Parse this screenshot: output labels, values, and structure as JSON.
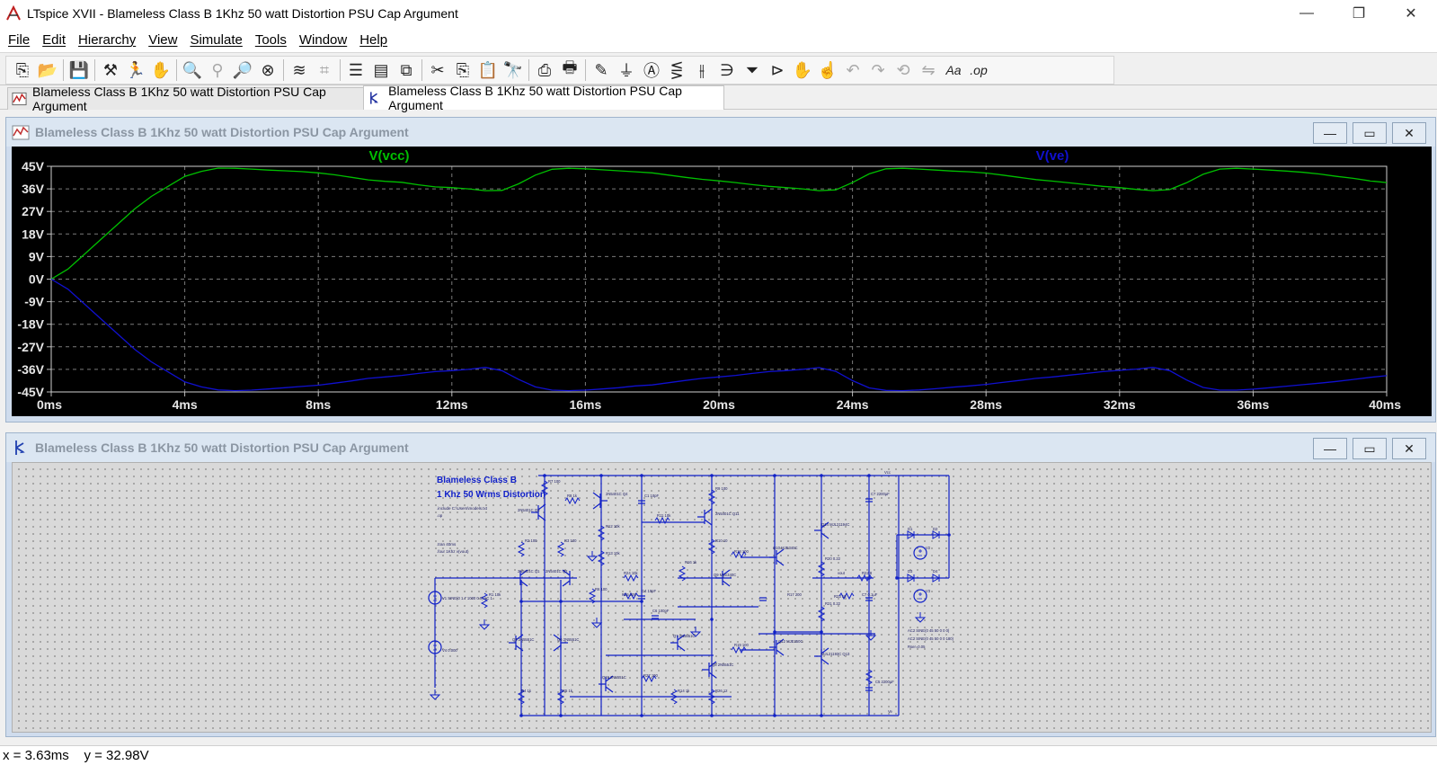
{
  "window": {
    "title": "LTspice XVII - Blameless Class B 1Khz 50 watt Distortion PSU Cap Argument",
    "minimize": "—",
    "restore": "❐",
    "close": "✕"
  },
  "menu": [
    "File",
    "Edit",
    "Hierarchy",
    "View",
    "Simulate",
    "Tools",
    "Window",
    "Help"
  ],
  "toolbar": {
    "groups": [
      [
        "new-schematic-icon",
        "open-icon"
      ],
      [
        "save-icon"
      ],
      [
        "control-panel-icon",
        "run-icon",
        "halt-icon"
      ],
      [
        "zoom-in-icon",
        "pan-icon",
        "zoom-out-icon",
        "zoom-fit-icon"
      ],
      [
        "autorange-icon",
        "delete-trace-icon"
      ],
      [
        "tile-horizontal-icon",
        "tile-vertical-icon",
        "cascade-icon"
      ],
      [
        "cut-icon",
        "copy-icon",
        "paste-icon",
        "find-icon"
      ],
      [
        "print-icon",
        "print-preview-icon"
      ],
      [
        "wire-icon",
        "ground-icon",
        "label-icon",
        "resistor-icon",
        "capacitor-icon",
        "inductor-icon",
        "diode-icon",
        "component-icon",
        "move-icon",
        "drag-icon",
        "undo-icon",
        "redo-icon",
        "rotate-icon",
        "mirror-icon",
        "text-icon",
        "spice-directive-icon"
      ]
    ],
    "glyphs": {
      "new-schematic-icon": "⎘",
      "open-icon": "📂",
      "save-icon": "💾",
      "control-panel-icon": "⚒",
      "run-icon": "🏃",
      "halt-icon": "✋",
      "zoom-in-icon": "🔍",
      "pan-icon": "⚲",
      "zoom-out-icon": "🔎",
      "zoom-fit-icon": "⊗",
      "autorange-icon": "≋",
      "delete-trace-icon": "⌗",
      "tile-horizontal-icon": "☰",
      "tile-vertical-icon": "▤",
      "cascade-icon": "⧉",
      "cut-icon": "✂",
      "copy-icon": "⎘",
      "paste-icon": "📋",
      "find-icon": "🔭",
      "print-icon": "⎙",
      "print-preview-icon": "🖶",
      "wire-icon": "✎",
      "ground-icon": "⏚",
      "label-icon": "Ⓐ",
      "resistor-icon": "⋚",
      "capacitor-icon": "⫲",
      "inductor-icon": "∋",
      "diode-icon": "⏷",
      "component-icon": "⊳",
      "move-icon": "✋",
      "drag-icon": "☝",
      "undo-icon": "↶",
      "redo-icon": "↷",
      "rotate-icon": "⟲",
      "mirror-icon": "⇋",
      "text-icon": "Aa",
      "spice-directive-icon": ".op"
    },
    "disabled": [
      "pan-icon",
      "delete-trace-icon",
      "paste-icon",
      "undo-icon",
      "redo-icon",
      "rotate-icon",
      "mirror-icon"
    ]
  },
  "tabs": [
    {
      "label": "Blameless Class B 1Khz 50 watt Distortion PSU Cap Argument",
      "kind": "waveform",
      "active": false
    },
    {
      "label": "Blameless Class B 1Khz 50 watt Distortion PSU Cap Argument",
      "kind": "schematic",
      "active": true
    }
  ],
  "waveform_window": {
    "title": "Blameless Class B 1Khz 50 watt Distortion PSU Cap Argument",
    "btn_min": "—",
    "btn_max": "▭",
    "btn_close": "✕"
  },
  "schematic_window": {
    "title": "Blameless Class B 1Khz 50 watt Distortion PSU Cap Argument",
    "btn_min": "—",
    "btn_max": "▭",
    "btn_close": "✕",
    "heading_line1": "Blameless Class B",
    "heading_line2": "1 Khz 50 Wrms Distortion",
    "directives": [
      ".include C:\\Users\\models.txt",
      ".op",
      ".tran 40ms",
      ".four 1Khz v(vout)"
    ],
    "part_labels": [
      "R7 100",
      "R8 1k",
      "2N5401C Q3",
      "2N5401C Q4",
      "C1 10pF",
      "R11 10k",
      "R9 100",
      "2N5401C Q11",
      "R12 10k",
      "R13 10k",
      "R10 10",
      "R18 100",
      "Q10 MJE340C",
      "Q14 MJL21194C",
      "C7 2200µF",
      "R20 0.22",
      "R22 8",
      "vout",
      "R2 100",
      "R3 100",
      "2N5401C Q1",
      "2N5401C Q2",
      "R24 10k",
      "R16 1k",
      "Q9 MJE340C",
      "R17 200",
      "R23 10",
      "C7 0.1µF",
      "V1 SINE(0 1.7 1000 0 0) AC 1",
      "R1 10k",
      "R6 100",
      "R25 200",
      "C4 10pF",
      "C6 100pF",
      "Q7 2N5551C",
      "R19 100",
      "Q12 MJE350C",
      "R21 0.22",
      "MJL21193C Q13",
      "Q5 2N5551C",
      "Q6 2N5551C",
      "V4 0.000",
      "Q8 2N5551C",
      "Q15 2N5551C",
      "R27 100",
      "R14 1k",
      "R26 12",
      "R4 1k",
      "R5 1k",
      "C5 2200µF",
      "D1",
      "D2",
      "D3",
      "D4",
      "V2",
      "V3",
      "AC2 SINE(0 45 50 0 0 0)",
      "AC2 SINE(0 45 50 0 0 180)",
      "Rser=0.05",
      "Vcc",
      "Ve"
    ]
  },
  "chart_data": {
    "type": "line",
    "title": "",
    "xlabel": "",
    "ylabel": "",
    "xlim": [
      0,
      40
    ],
    "ylim": [
      -45,
      45
    ],
    "x_unit": "ms",
    "y_unit": "V",
    "x_ticks": [
      "0ms",
      "4ms",
      "8ms",
      "12ms",
      "16ms",
      "20ms",
      "24ms",
      "28ms",
      "32ms",
      "36ms",
      "40ms"
    ],
    "y_ticks": [
      "45V",
      "36V",
      "27V",
      "18V",
      "9V",
      "0V",
      "-9V",
      "-18V",
      "-27V",
      "-36V",
      "-45V"
    ],
    "grid": true,
    "background": "#000000",
    "series": [
      {
        "name": "V(vcc)",
        "color": "#00c000",
        "x": [
          0,
          0.5,
          1,
          1.5,
          2,
          2.5,
          3,
          3.5,
          4,
          4.5,
          5,
          5.5,
          6,
          6.5,
          7,
          7.5,
          8,
          8.5,
          9,
          9.5,
          10,
          10.5,
          11,
          11.5,
          12,
          12.5,
          13,
          13.5,
          14,
          14.5,
          15,
          15.5,
          16,
          16.5,
          17,
          17.5,
          18,
          18.5,
          19,
          19.5,
          20,
          20.5,
          21,
          21.5,
          22,
          22.5,
          23,
          23.5,
          24,
          24.5,
          25,
          25.5,
          26,
          26.5,
          27,
          27.5,
          28,
          28.5,
          29,
          29.5,
          30,
          30.5,
          31,
          31.5,
          32,
          32.5,
          33,
          33.5,
          34,
          34.5,
          35,
          35.5,
          36,
          36.5,
          37,
          37.5,
          38,
          38.5,
          39,
          39.5,
          40
        ],
        "values": [
          0,
          4,
          10,
          16,
          22,
          28,
          33,
          37,
          41,
          43,
          44.3,
          44.2,
          43.9,
          43.5,
          43.2,
          42.9,
          42.4,
          41.6,
          40.6,
          39.6,
          39,
          38.6,
          37.6,
          36.8,
          36.5,
          36,
          35.3,
          35.4,
          38,
          41.5,
          43.8,
          44.2,
          44,
          43.6,
          43.2,
          42.8,
          42.4,
          41.5,
          40.6,
          39.8,
          39.2,
          38.5,
          37.7,
          37,
          36.5,
          36,
          35.3,
          35.6,
          38.5,
          42,
          44,
          44.2,
          43.9,
          43.5,
          43.1,
          42.8,
          42.3,
          41.5,
          40.6,
          39.7,
          39.1,
          38.4,
          37.7,
          37,
          36.5,
          35.8,
          35.3,
          35.7,
          38.4,
          41.8,
          43.9,
          44.2,
          43.9,
          43.5,
          43.1,
          42.6,
          41.9,
          41,
          40.2,
          39.2,
          38.5
        ]
      },
      {
        "name": "V(ve)",
        "color": "#1010d0",
        "x": [
          0,
          0.5,
          1,
          1.5,
          2,
          2.5,
          3,
          3.5,
          4,
          4.5,
          5,
          5.5,
          6,
          6.5,
          7,
          7.5,
          8,
          8.5,
          9,
          9.5,
          10,
          10.5,
          11,
          11.5,
          12,
          12.5,
          13,
          13.5,
          14,
          14.5,
          15,
          15.5,
          16,
          16.5,
          17,
          17.5,
          18,
          18.5,
          19,
          19.5,
          20,
          20.5,
          21,
          21.5,
          22,
          22.5,
          23,
          23.5,
          24,
          24.5,
          25,
          25.5,
          26,
          26.5,
          27,
          27.5,
          28,
          28.5,
          29,
          29.5,
          30,
          30.5,
          31,
          31.5,
          32,
          32.5,
          33,
          33.5,
          34,
          34.5,
          35,
          35.5,
          36,
          36.5,
          37,
          37.5,
          38,
          38.5,
          39,
          39.5,
          40
        ],
        "values": [
          0,
          -4,
          -10,
          -16,
          -22,
          -28,
          -33,
          -37,
          -41,
          -43,
          -44.2,
          -44.5,
          -44.3,
          -43.8,
          -43.3,
          -42.8,
          -42.3,
          -41.5,
          -40.6,
          -39.6,
          -39,
          -38.4,
          -37.6,
          -36.9,
          -36.5,
          -36,
          -35.2,
          -36.5,
          -40,
          -43,
          -44.3,
          -44.5,
          -44.3,
          -43.8,
          -43.3,
          -42.6,
          -42.2,
          -41.3,
          -40.4,
          -39.6,
          -39,
          -38.4,
          -37.6,
          -36.9,
          -36.5,
          -36,
          -35.3,
          -36.8,
          -40.5,
          -43.4,
          -44.4,
          -44.5,
          -44.2,
          -43.7,
          -43.1,
          -42.6,
          -42,
          -41.2,
          -40.4,
          -39.6,
          -39,
          -38.3,
          -37.6,
          -36.9,
          -36.4,
          -35.9,
          -35.2,
          -36.5,
          -40.2,
          -43.2,
          -44.3,
          -44.3,
          -43.9,
          -43.3,
          -42.7,
          -42.1,
          -41.5,
          -40.8,
          -40,
          -39.2,
          -38.5
        ]
      }
    ]
  },
  "status": {
    "text": "x = 3.63ms    y = 32.98V"
  }
}
